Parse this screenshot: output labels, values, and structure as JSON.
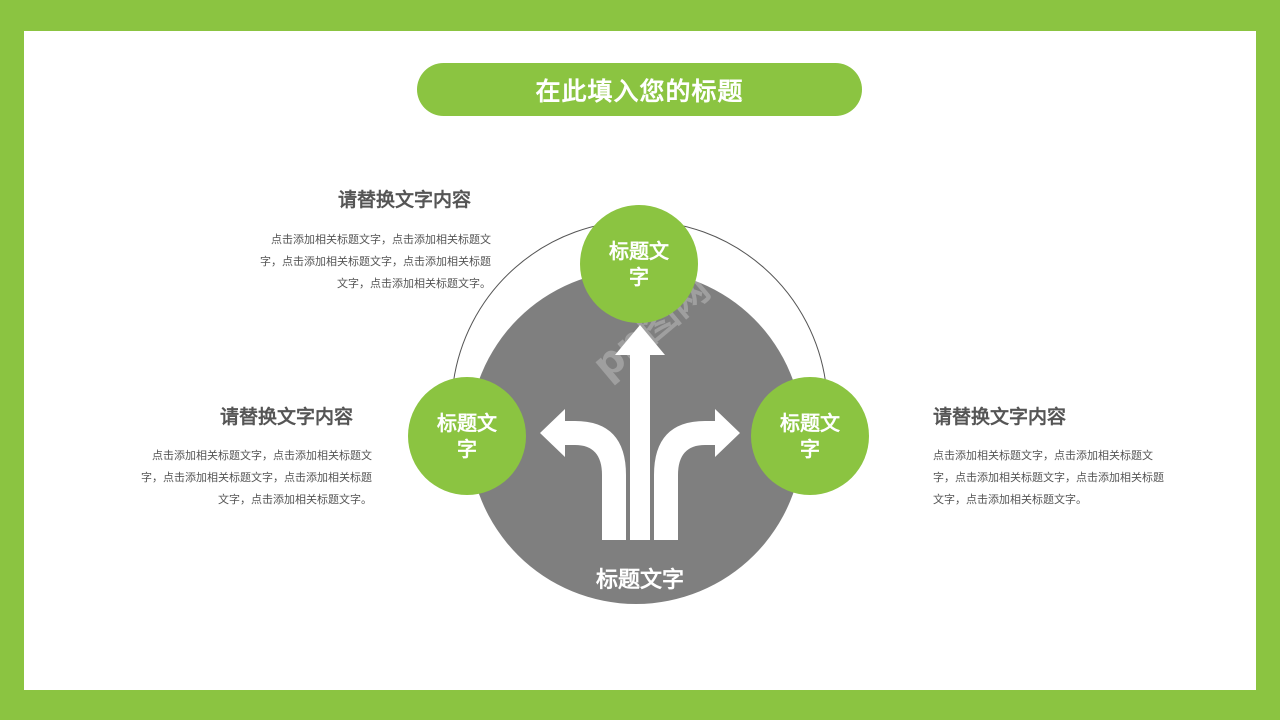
{
  "title": "在此填入您的标题",
  "center": {
    "label": "标题文字"
  },
  "nodes": {
    "top": "标题文字",
    "left": "标题文字",
    "right": "标题文字"
  },
  "blocks": {
    "top": {
      "heading": "请替换文字内容",
      "body": "点击添加相关标题文字，点击添加相关标题文字，点击添加相关标题文字，点击添加相关标题文字，点击添加相关标题文字。"
    },
    "left": {
      "heading": "请替换文字内容",
      "body": "点击添加相关标题文字，点击添加相关标题文字，点击添加相关标题文字，点击添加相关标题文字，点击添加相关标题文字。"
    },
    "right": {
      "heading": "请替换文字内容",
      "body": "点击添加相关标题文字，点击添加相关标题文字，点击添加相关标题文字，点击添加相关标题文字，点击添加相关标题文字。"
    }
  },
  "watermark": "pp图网",
  "colors": {
    "accent_green": "#8bc441",
    "center_gray": "#7f7f7f",
    "text_gray": "#555555",
    "background_white": "#ffffff"
  },
  "icons": {
    "center": "three-way-arrows-icon"
  }
}
